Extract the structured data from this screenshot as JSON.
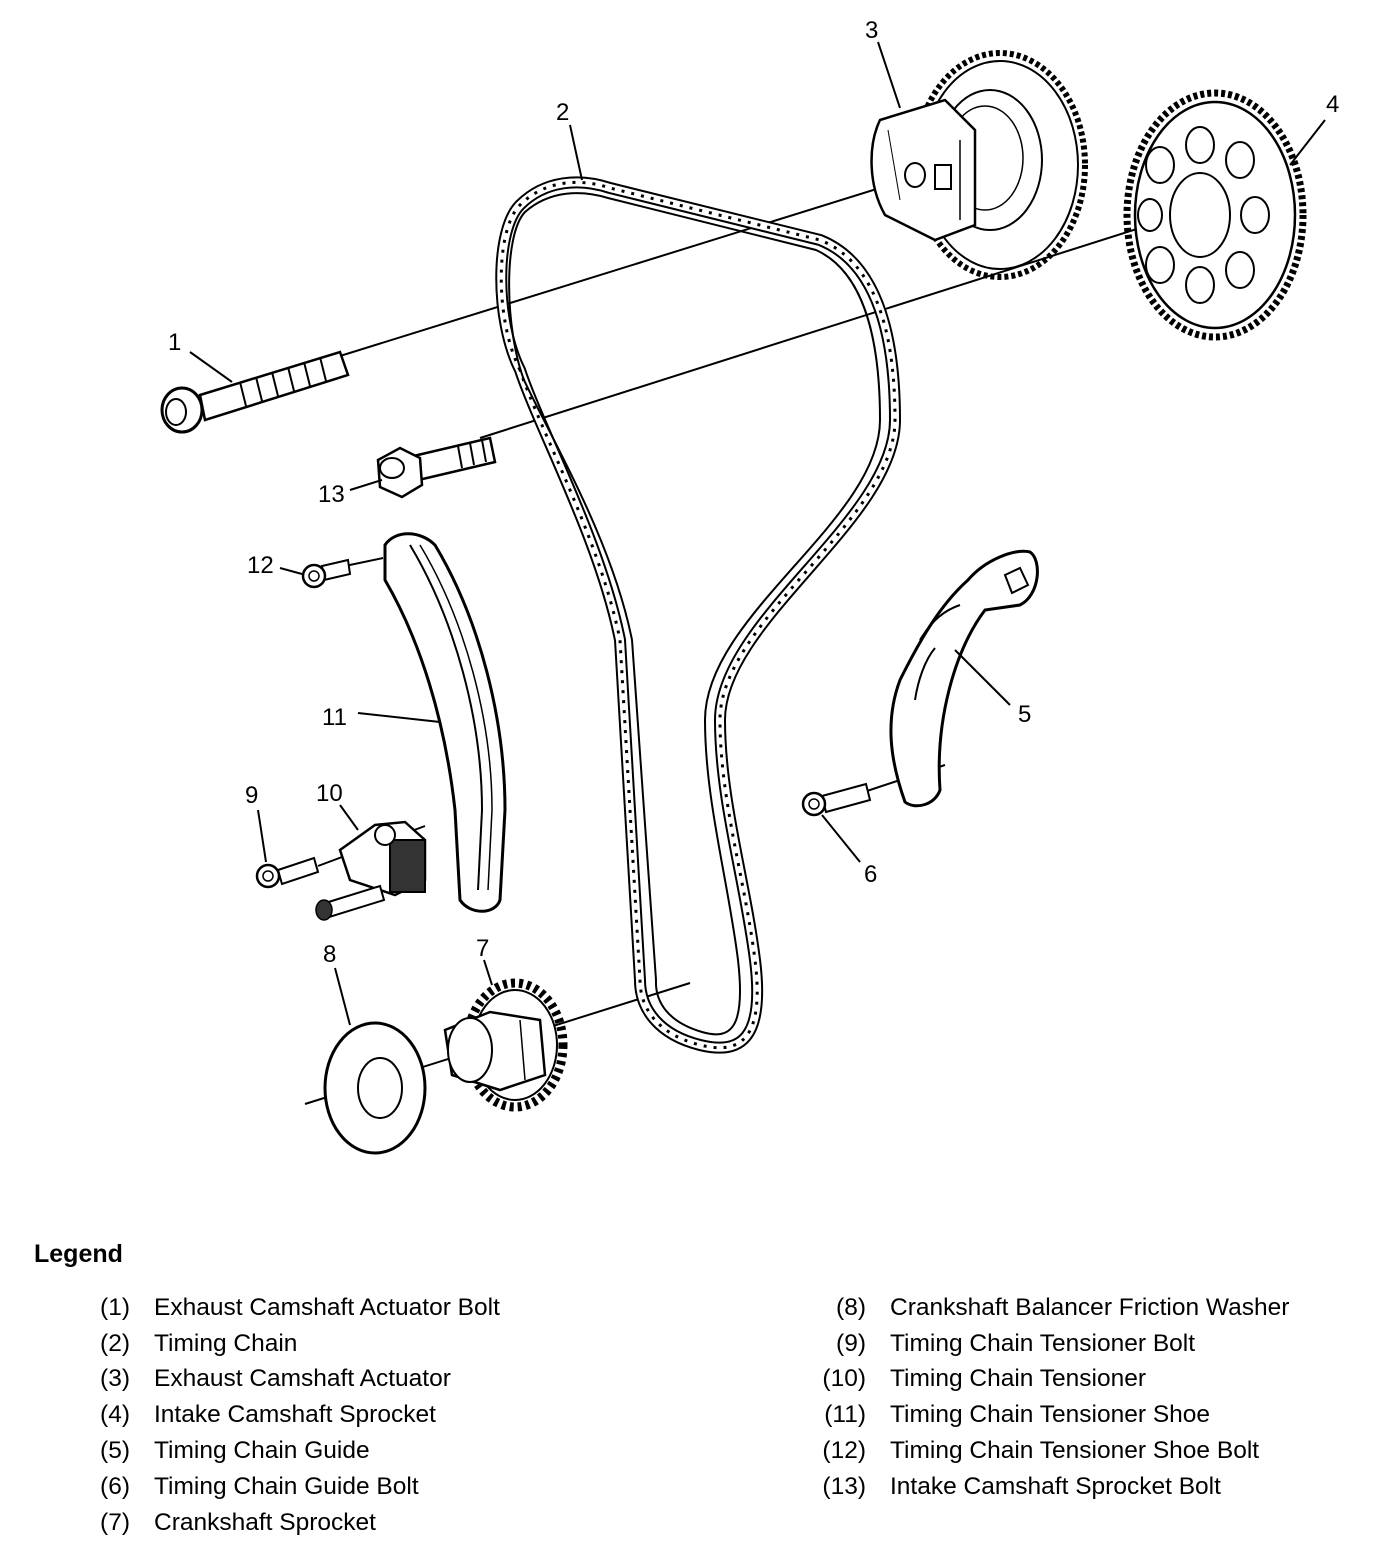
{
  "callouts": {
    "c1": "1",
    "c2": "2",
    "c3": "3",
    "c4": "4",
    "c5": "5",
    "c6": "6",
    "c7": "7",
    "c8": "8",
    "c9": "9",
    "c10": "10",
    "c11": "11",
    "c12": "12",
    "c13": "13"
  },
  "legend": {
    "title": "Legend",
    "left": [
      {
        "num": "(1)",
        "label": "Exhaust Camshaft Actuator Bolt"
      },
      {
        "num": "(2)",
        "label": "Timing Chain"
      },
      {
        "num": "(3)",
        "label": "Exhaust Camshaft Actuator"
      },
      {
        "num": "(4)",
        "label": "Intake Camshaft Sprocket"
      },
      {
        "num": "(5)",
        "label": "Timing Chain Guide"
      },
      {
        "num": "(6)",
        "label": "Timing Chain Guide Bolt"
      },
      {
        "num": "(7)",
        "label": "Crankshaft Sprocket"
      }
    ],
    "right": [
      {
        "num": "(8)",
        "label": "Crankshaft Balancer Friction Washer"
      },
      {
        "num": "(9)",
        "label": "Timing Chain Tensioner Bolt"
      },
      {
        "num": "(10)",
        "label": "Timing Chain Tensioner"
      },
      {
        "num": "(11)",
        "label": "Timing Chain Tensioner Shoe"
      },
      {
        "num": "(12)",
        "label": "Timing Chain Tensioner Shoe Bolt"
      },
      {
        "num": "(13)",
        "label": "Intake Camshaft Sprocket Bolt"
      }
    ]
  }
}
